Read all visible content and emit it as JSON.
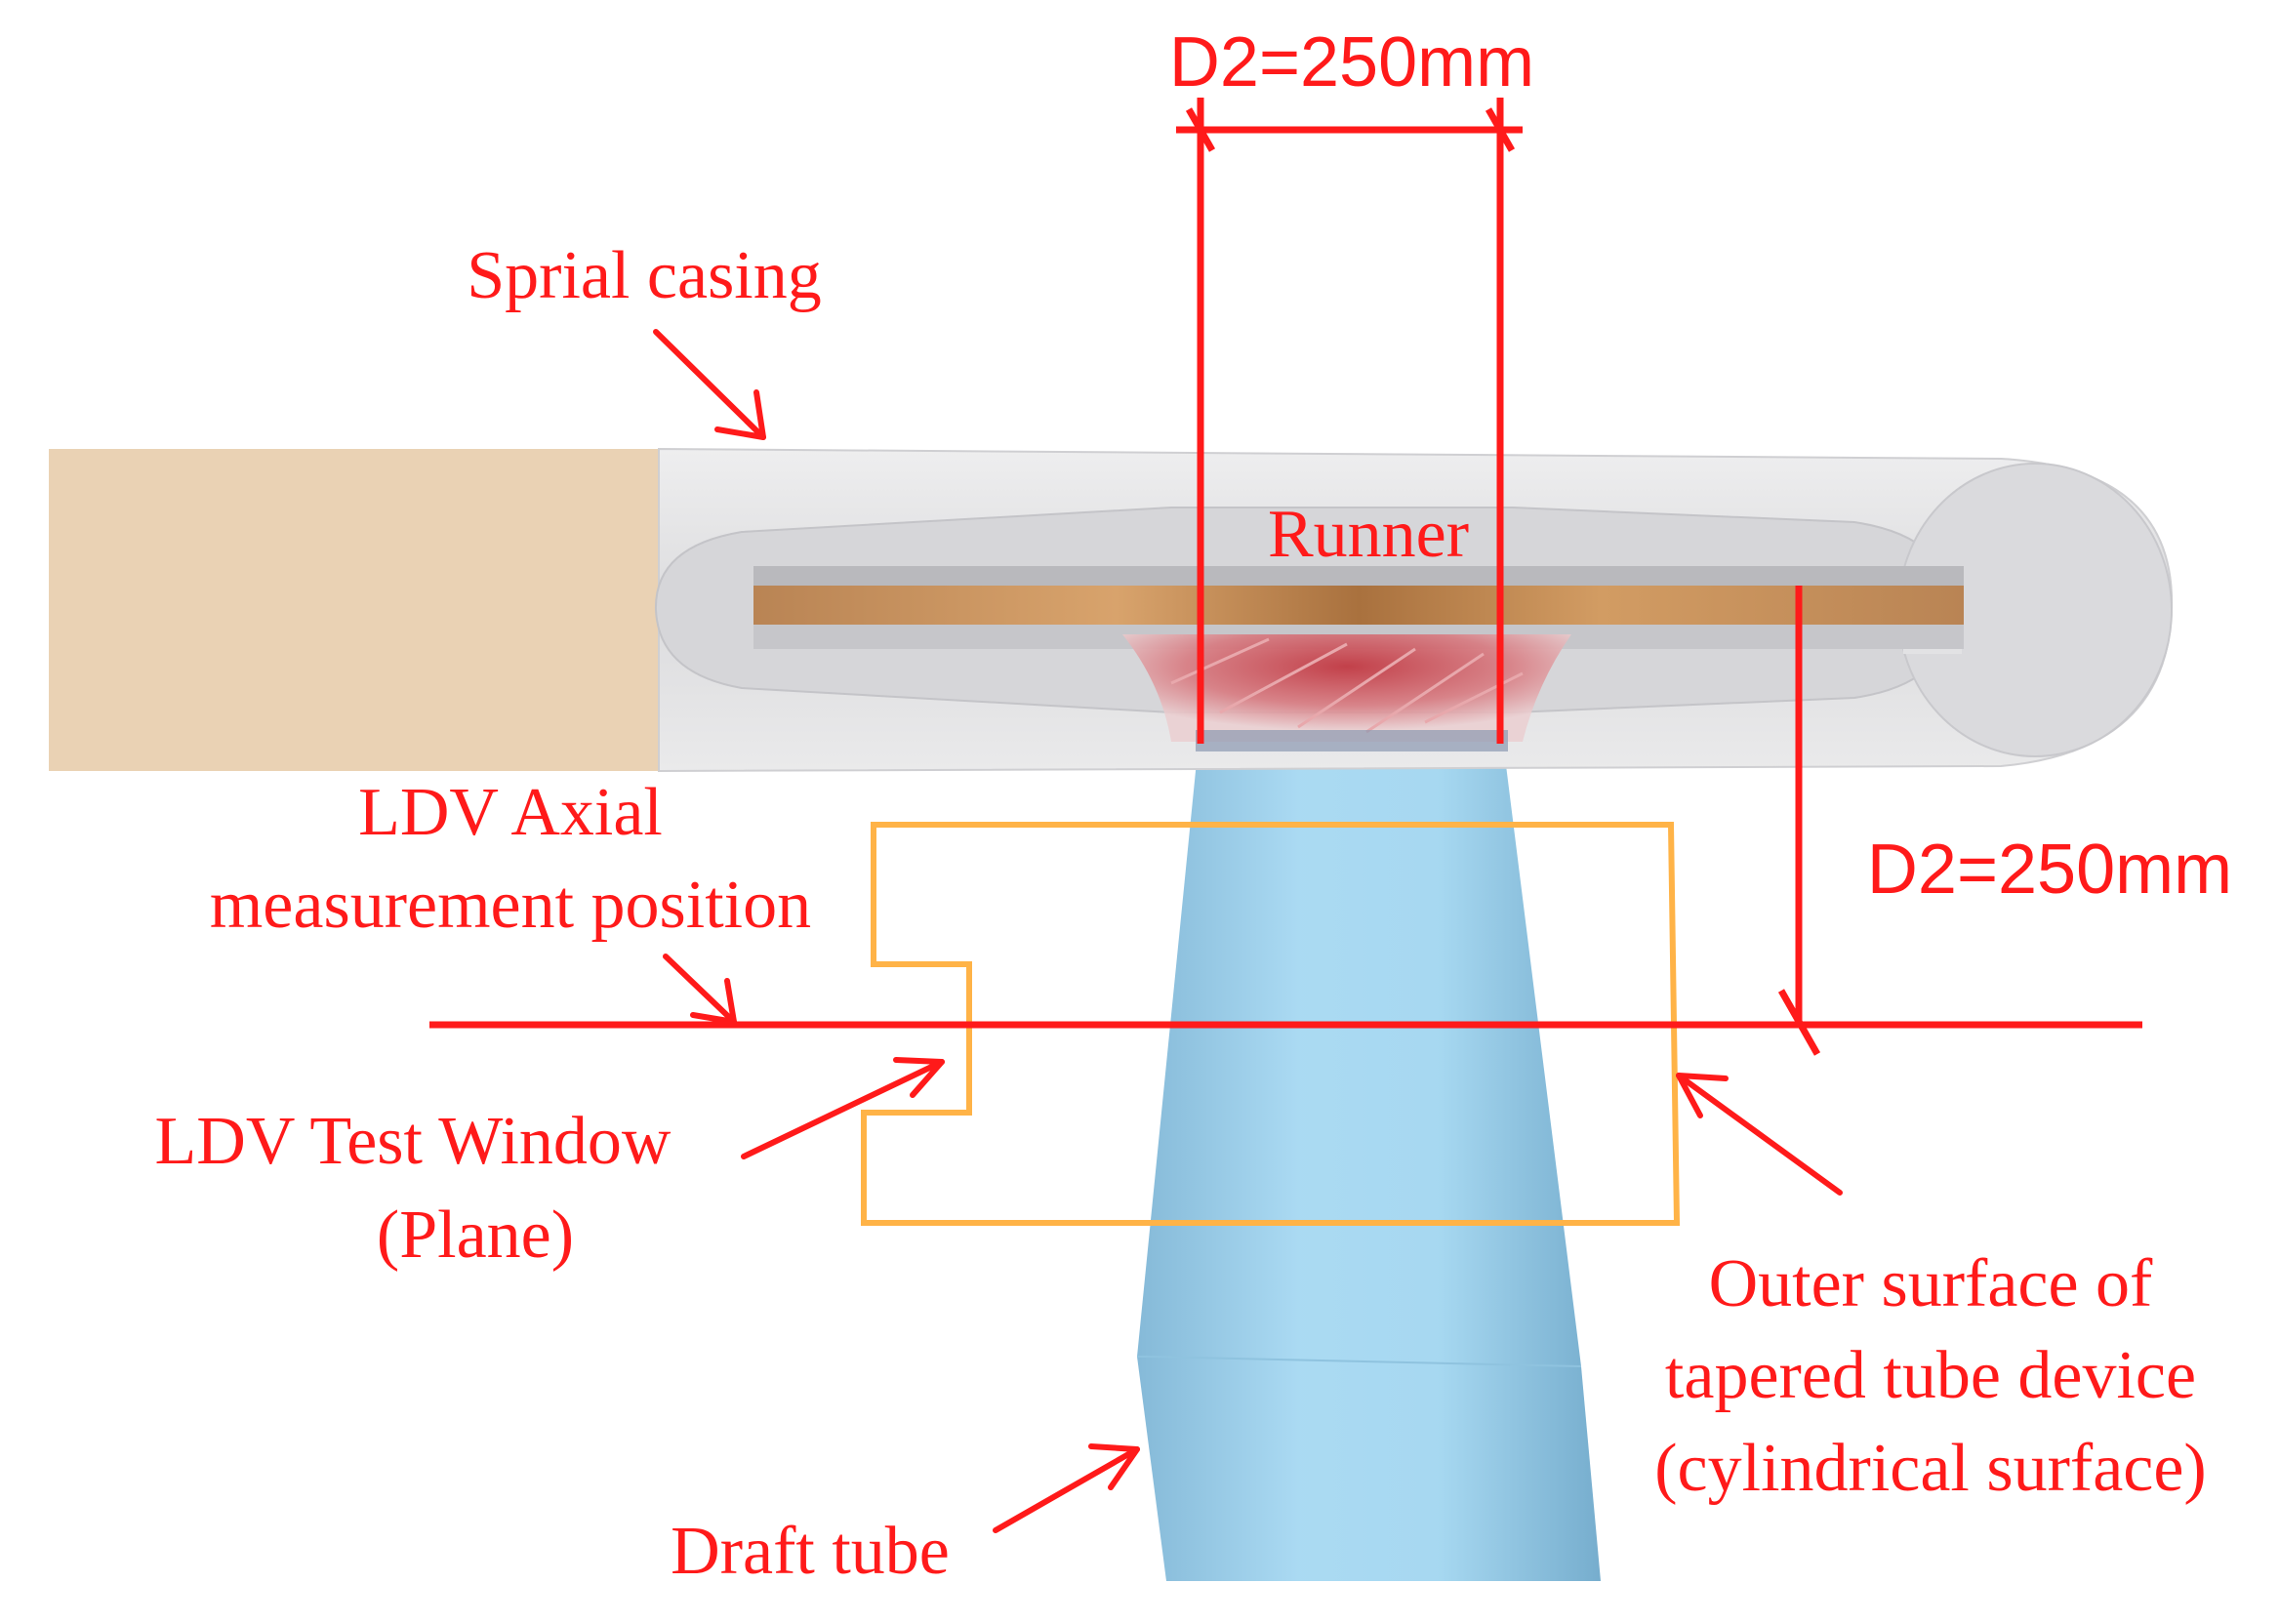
{
  "labels": {
    "dim_top": "D2=250mm",
    "dim_right": "D2=250mm",
    "spiral_casing": "Sprial casing",
    "runner": "Runner",
    "ldv_axial_line1": "LDV Axial",
    "ldv_axial_line2": "measurement position",
    "ldv_window_line1": "LDV Test Window",
    "ldv_window_line2": "(Plane)",
    "outer_surface_line1": "Outer surface of",
    "outer_surface_line2": "tapered tube device",
    "outer_surface_line3": "(cylindrical surface)",
    "draft_tube": "Draft tube"
  },
  "colors": {
    "annotation": "#ff1a1a",
    "inlet_pipe": "#ead2b4",
    "casing": "#e3e3e5",
    "draft_tube": "#9fd3ee",
    "runner_band": "#c9925c",
    "test_window": "#ffb347"
  }
}
